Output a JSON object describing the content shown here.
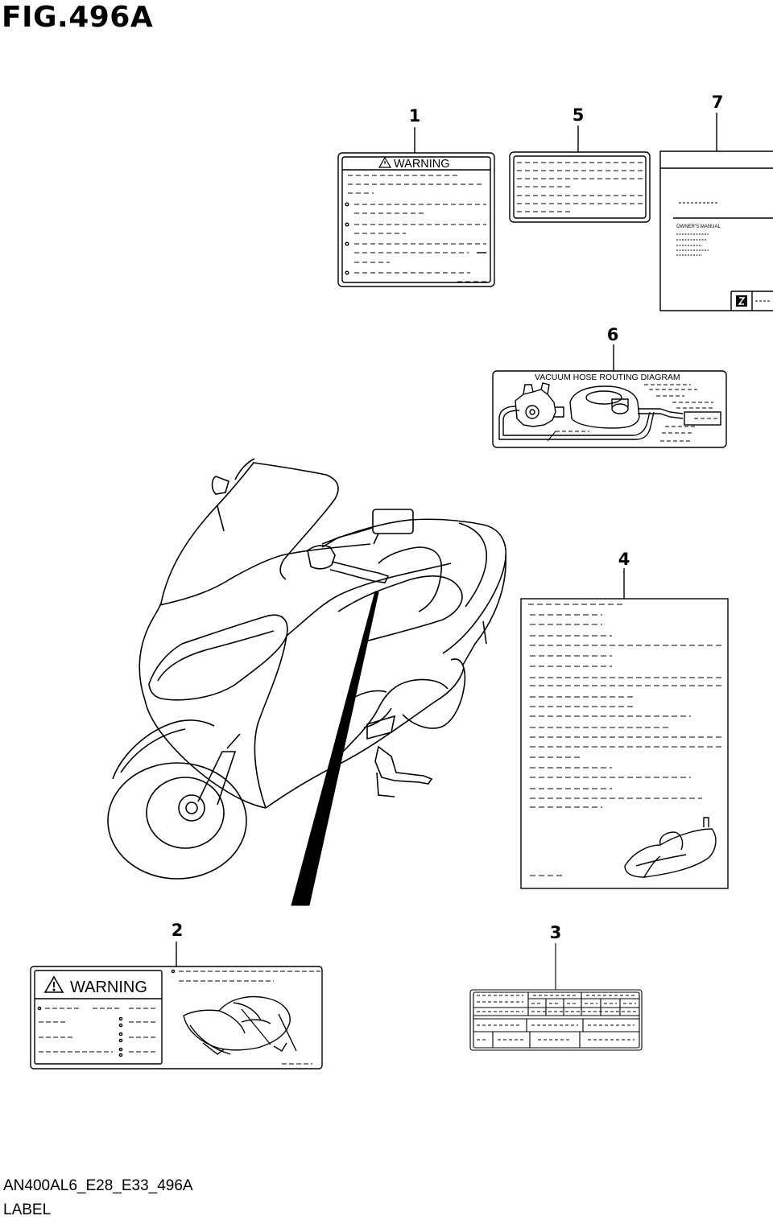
{
  "figure": {
    "title": "FIG.496A",
    "code": "AN400AL6_E28_E33_496A",
    "name": "LABEL"
  },
  "callouts": [
    "1",
    "5",
    "7",
    "6",
    "4",
    "2",
    "3"
  ],
  "labels": {
    "l1_heading": "WARNING",
    "l2_heading": "WARNING",
    "l6_heading": "VACUUM  HOSE  ROUTING  DIAGRAM",
    "l7_text": "OWNER'S MANUAL"
  },
  "colors": {
    "line": "#000000",
    "background": "#ffffff"
  }
}
